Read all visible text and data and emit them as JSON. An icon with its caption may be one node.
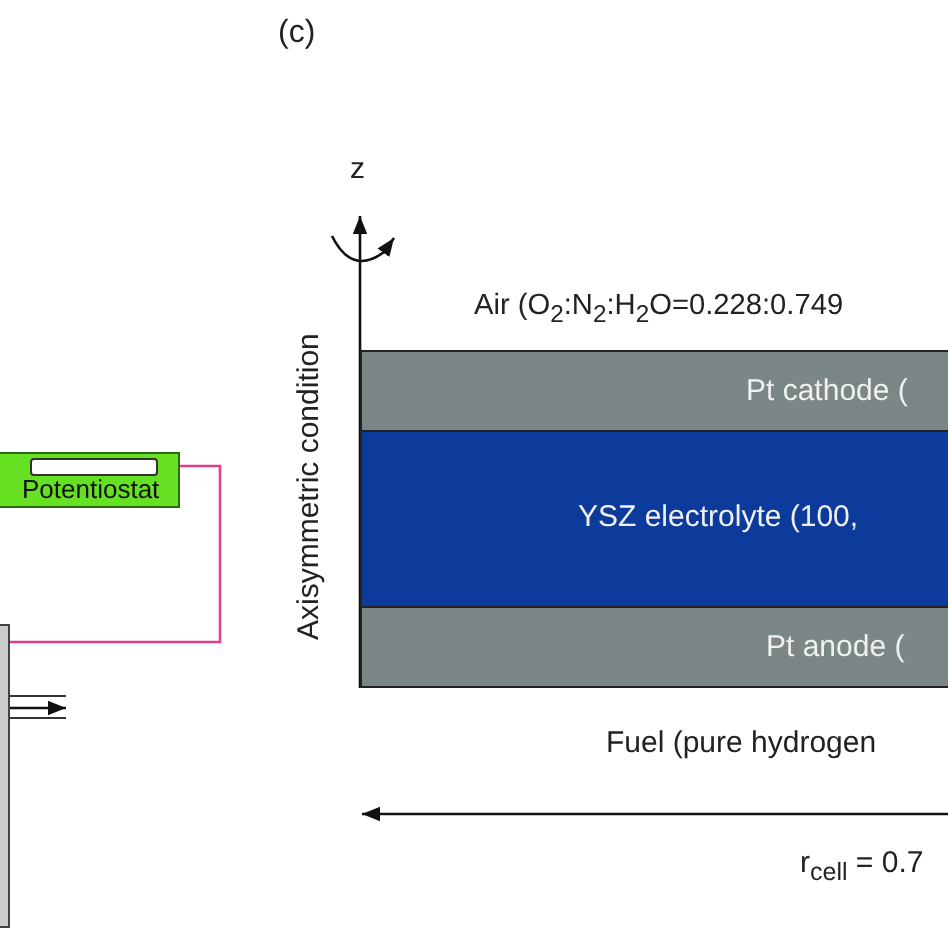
{
  "diagram": {
    "nodes": [
      {
        "text": [
          "Potentiostat"
        ]
      },
      {
        "text": [],
        "shape": "box"
      },
      {
        "text": [
          "Pt cathode ("
        ]
      },
      {
        "text": [
          "YSZ electrolyte (100,"
        ]
      },
      {
        "text": [
          "Pt anode ("
        ]
      }
    ],
    "edges": [
      {
        "from": 0,
        "to": 1,
        "arrow": "none",
        "color": "#e0408a"
      },
      {
        "from": 1,
        "to": null,
        "arrow": "to",
        "color": "#111111"
      }
    ],
    "labels": [
      "(c)",
      "z",
      "Axisymmetric condition",
      "Air (O$_{2}$:N$_{2}$:H$_{2}$O=0.228:0.749",
      "Fuel (pure hydrogen",
      "r$_{cell}$ = 0.7"
    ]
  }
}
